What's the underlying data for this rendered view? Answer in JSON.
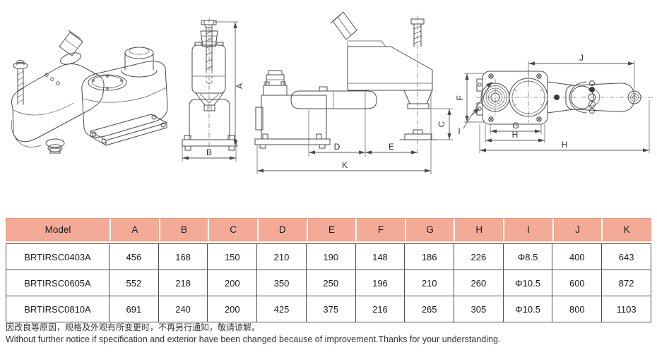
{
  "drawings": {
    "dimensions": {
      "A": "A",
      "B": "B",
      "C": "C",
      "D": "D",
      "E": "E",
      "F": "F",
      "G": "G",
      "H": "H",
      "H_overall": "H",
      "I": "I",
      "J": "J",
      "K": "K"
    }
  },
  "table": {
    "header_bg": "#f3ab97",
    "headers": [
      "Model",
      "A",
      "B",
      "C",
      "D",
      "E",
      "F",
      "G",
      "H",
      "I",
      "J",
      "K"
    ],
    "rows": [
      [
        "BRTIRSC0403A",
        "456",
        "168",
        "150",
        "210",
        "190",
        "148",
        "186",
        "226",
        "Φ8.5",
        "400",
        "643"
      ],
      [
        "BRTIRSC0605A",
        "552",
        "218",
        "200",
        "350",
        "250",
        "196",
        "210",
        "260",
        "Φ10.5",
        "600",
        "872"
      ],
      [
        "BRTIRSC0810A",
        "691",
        "240",
        "200",
        "425",
        "375",
        "216",
        "265",
        "305",
        "Φ10.5",
        "800",
        "1103"
      ]
    ]
  },
  "footer": {
    "line_zh": "因改良等原因，规格及外观有所变更时，不再另行通知，敬请谅解。",
    "line_en": "Without further notice if specification and exterior have been changed because of improvement.Thanks for your understanding."
  }
}
